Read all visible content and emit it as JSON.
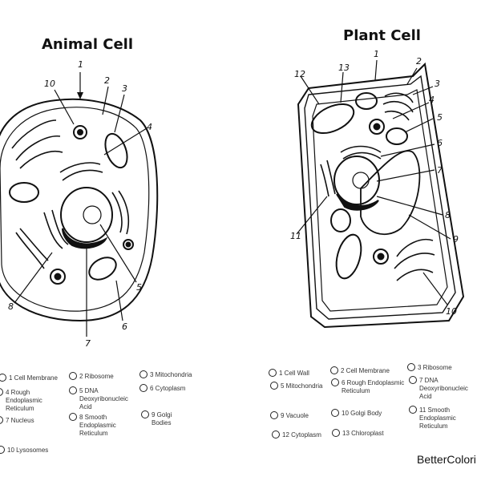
{
  "animal": {
    "title": "Animal Cell",
    "labels": [
      "1",
      "2",
      "3",
      "4",
      "5",
      "6",
      "7",
      "8",
      "10"
    ],
    "key": [
      "1 Cell Membrane",
      "2 Ribosome",
      "3 Mitochondria",
      "4 Rough Endoplasmic Reticulum",
      "5 DNA Deoxyribonucleic Acid",
      "6 Cytoplasm",
      "7 Nucleus",
      "8 Smooth Endoplasmic Reticulum",
      "9 Golgi Bodies",
      "10 Lysosomes"
    ]
  },
  "plant": {
    "title": "Plant Cell",
    "labels": [
      "1",
      "2",
      "3",
      "4",
      "5",
      "6",
      "7",
      "8",
      "9",
      "10",
      "11",
      "12",
      "13"
    ],
    "key": [
      "1 Cell Wall",
      "2 Cell Membrane",
      "3 Ribosome",
      "5 Mitochondria",
      "6 Rough Endoplasmic Reticulum",
      "7 DNA Deoxyribonucleic Acid",
      "9 Vacuole",
      "10 Golgi Body",
      "11 Smooth Endoplasmic Reticulum",
      "12 Cytoplasm",
      "13 Chloroplast"
    ]
  },
  "brand": "BetterColori"
}
